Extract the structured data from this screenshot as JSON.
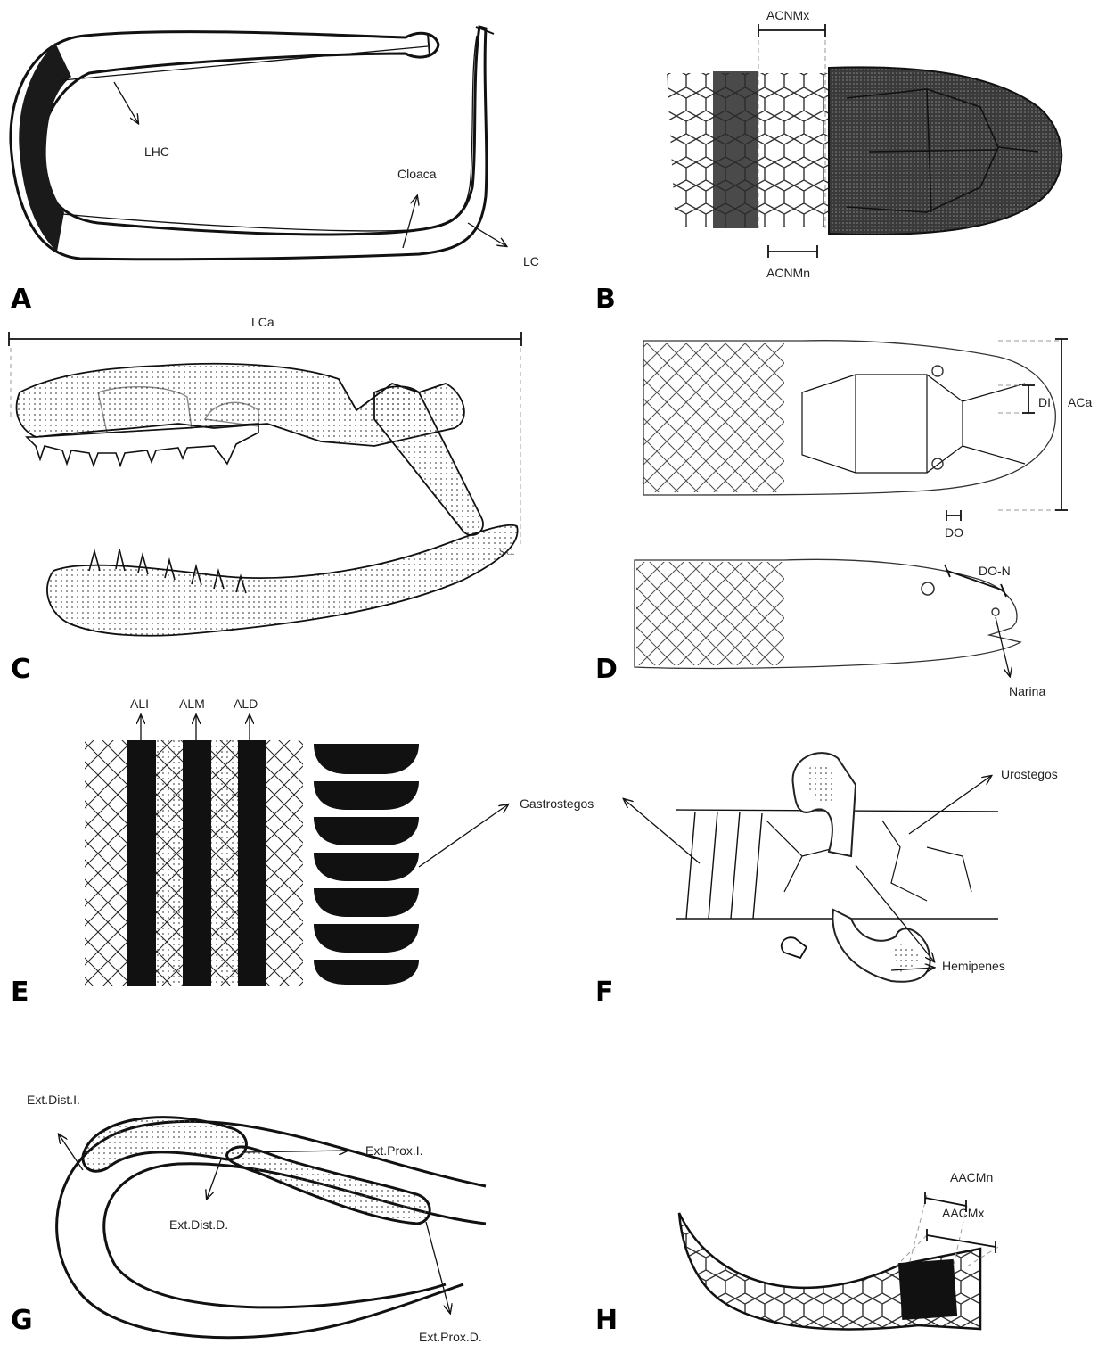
{
  "panels": {
    "A": {
      "letter": "A",
      "labels": {
        "lhc": "LHC",
        "cloaca": "Cloaca",
        "lc": "LC"
      }
    },
    "B": {
      "letter": "B",
      "labels": {
        "acnmx": "ACNMx",
        "acnmn": "ACNMn"
      }
    },
    "C": {
      "letter": "C",
      "labels": {
        "lca": "LCa",
        "signature": "S.C."
      }
    },
    "D": {
      "letter": "D",
      "labels": {
        "di": "DI",
        "aca": "ACa",
        "do": "DO",
        "don": "DO-N",
        "narina": "Narina"
      }
    },
    "E": {
      "letter": "E",
      "labels": {
        "ali": "ALI",
        "alm": "ALM",
        "ald": "ALD",
        "gastrostegos": "Gastrostegos"
      }
    },
    "F": {
      "letter": "F",
      "labels": {
        "urostegos": "Urostegos",
        "hemipenes": "Hemipenes"
      }
    },
    "G": {
      "letter": "G",
      "labels": {
        "ext_dist_i": "Ext.Dist.I.",
        "ext_prox_i": "Ext.Prox.I.",
        "ext_dist_d": "Ext.Dist.D.",
        "ext_prox_d": "Ext.Prox.D."
      }
    },
    "H": {
      "letter": "H",
      "labels": {
        "aacmx": "AACMx",
        "aacmn": "AACMn"
      }
    }
  }
}
